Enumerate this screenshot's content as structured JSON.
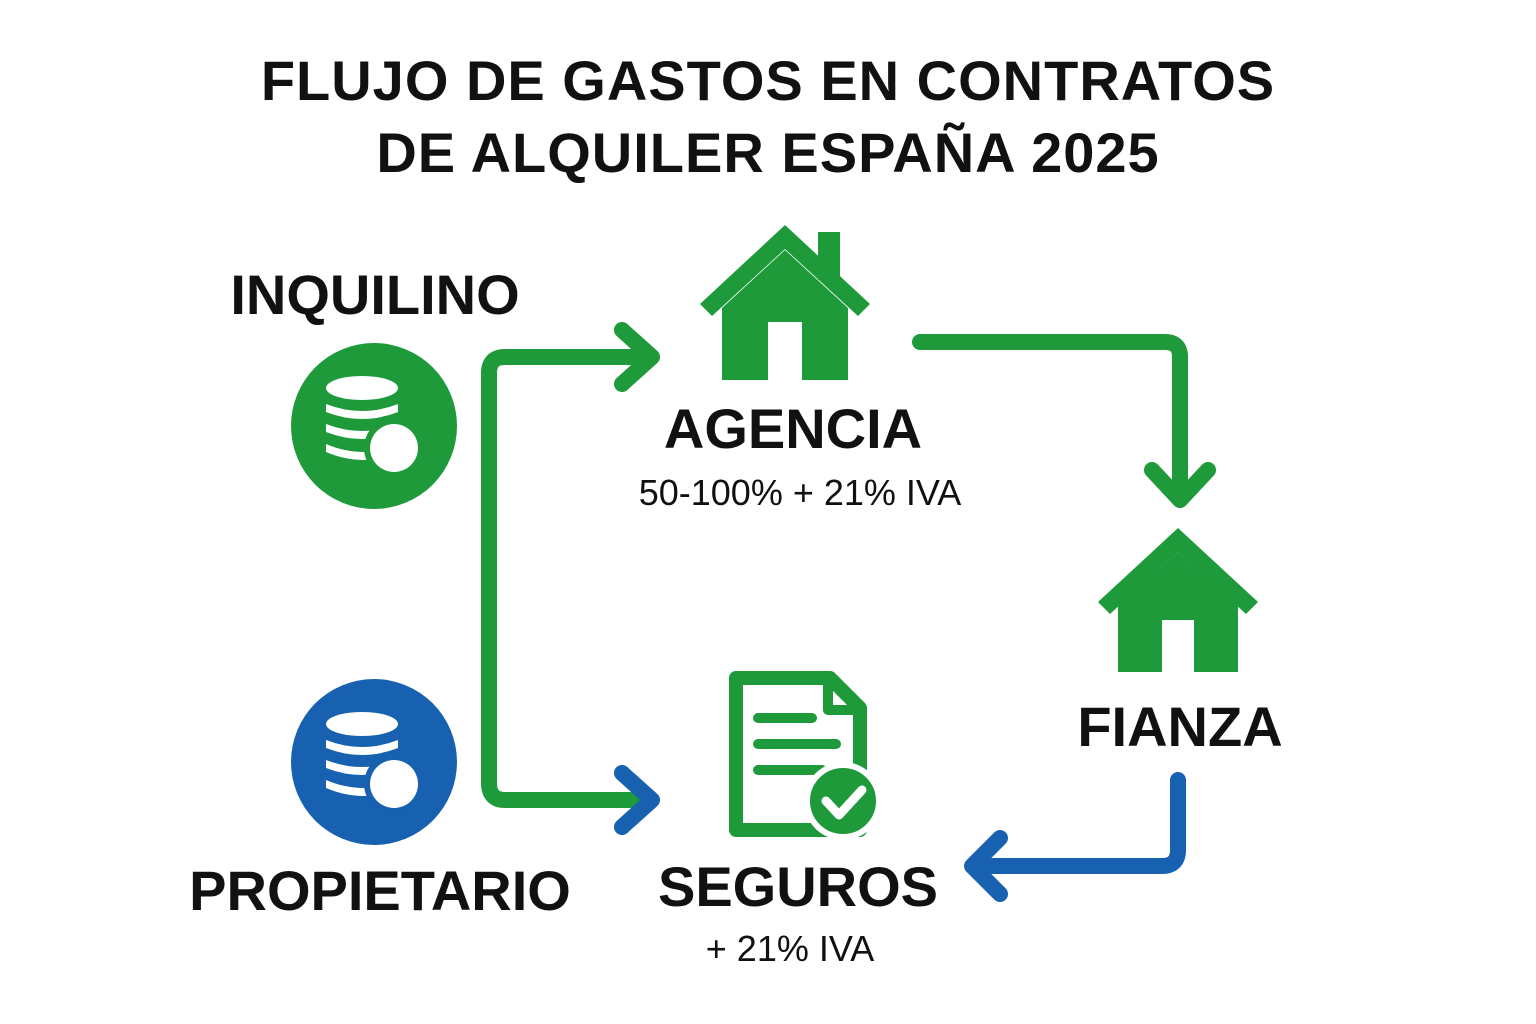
{
  "title": {
    "line1": "FLUJO DE GASTOS EN CONTRATOS",
    "line2": "DE ALQUILER ESPAÑA 2025"
  },
  "nodes": {
    "inquilino": {
      "label": "INQUILINO",
      "icon": "coins-icon"
    },
    "propietario": {
      "label": "PROPIETARIO",
      "icon": "coins-icon"
    },
    "agencia": {
      "label": "AGENCIA",
      "detail": "50-100% + 21% IVA",
      "icon": "house-icon"
    },
    "fianza": {
      "label": "FIANZA",
      "icon": "house-icon"
    },
    "seguros": {
      "label": "SEGUROS",
      "detail": "+ 21% IVA",
      "icon": "document-check-icon"
    }
  },
  "colors": {
    "green": "#1e9a3a",
    "blue": "#1761b0",
    "text": "#111111"
  }
}
